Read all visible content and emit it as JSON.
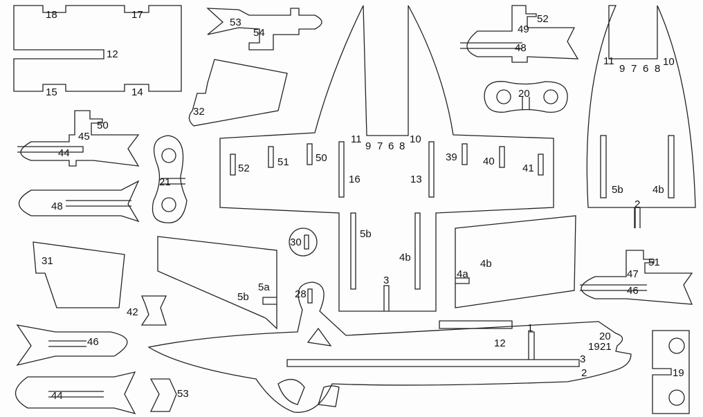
{
  "title": "Model airplane cut-out pattern",
  "labels": [
    "18",
    "17",
    "12",
    "15",
    "14",
    "53",
    "54",
    "32",
    "50",
    "45",
    "44",
    "21",
    "48",
    "52",
    "51",
    "50",
    "16",
    "11",
    "9",
    "7",
    "6",
    "8",
    "10",
    "13",
    "39",
    "40",
    "41",
    "52",
    "49",
    "48",
    "20",
    "11",
    "9",
    "7",
    "6",
    "8",
    "10",
    "5b",
    "4b",
    "2",
    "30",
    "5b",
    "4b",
    "3",
    "4a",
    "4b",
    "31",
    "5a",
    "5b",
    "28",
    "42",
    "46",
    "44",
    "53",
    "12",
    "1",
    "20",
    "19",
    "21",
    "3",
    "2",
    "51",
    "47",
    "46",
    "19"
  ]
}
